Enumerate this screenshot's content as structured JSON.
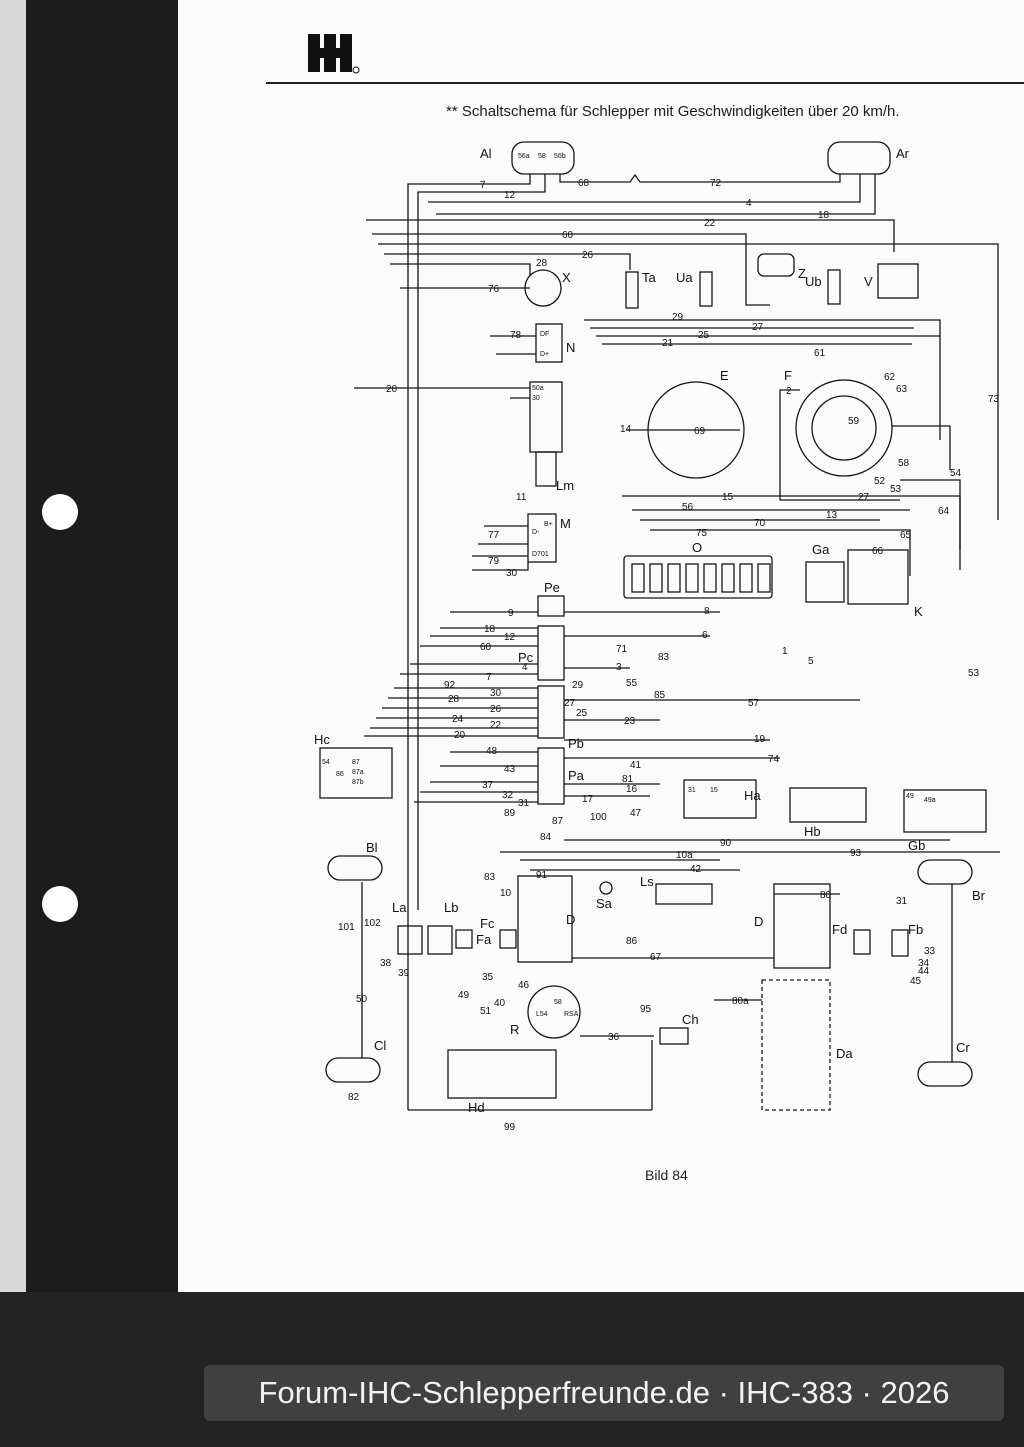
{
  "caption": "** Schaltschema für Schlepper mit Geschwindigkeiten über 20 km/h.",
  "figure_label": "Bild 84",
  "watermark": "Forum-IHC-Schlepperfreunde.de · IHC-383 · 2026",
  "logo": "ih-logo",
  "components": {
    "Al": "Al",
    "Ar": "Ar",
    "X": "X",
    "Ta": "Ta",
    "Ua": "Ua",
    "Z": "Z",
    "Ub": "Ub",
    "V": "V",
    "N": "N",
    "E": "E",
    "F": "F",
    "Lm": "Lm",
    "M": "M",
    "O": "O",
    "Ga": "Ga",
    "K": "K",
    "Pe": "Pe",
    "Pc": "Pc",
    "Pb": "Pb",
    "Pa": "Pa",
    "Hc": "Hc",
    "Ha": "Ha",
    "Hb": "Hb",
    "Gb": "Gb",
    "Bl": "Bl",
    "Br": "Br",
    "Ls": "Ls",
    "Sa": "Sa",
    "La": "La",
    "Lb": "Lb",
    "Fc": "Fc",
    "Fa": "Fa",
    "D": "D",
    "Fd": "Fd",
    "Fb": "Fb",
    "R": "R",
    "Ch": "Ch",
    "Da": "Da",
    "Cl": "Cl",
    "Cr": "Cr",
    "Hd": "Hd"
  },
  "wire_numbers": [
    "7",
    "12",
    "68",
    "72",
    "4",
    "18",
    "22",
    "60",
    "26",
    "28",
    "76",
    "29",
    "27",
    "25",
    "21",
    "78",
    "20",
    "2",
    "61",
    "62",
    "63",
    "73",
    "14",
    "69",
    "59",
    "58",
    "54",
    "52",
    "53",
    "27",
    "15",
    "13",
    "56",
    "11",
    "77",
    "79",
    "30",
    "75",
    "70",
    "65",
    "66",
    "64",
    "9",
    "8",
    "6",
    "18",
    "12",
    "60",
    "4",
    "71",
    "83",
    "3",
    "7",
    "92",
    "28",
    "24",
    "20",
    "30",
    "26",
    "22",
    "29",
    "27",
    "25",
    "55",
    "85",
    "57",
    "23",
    "1",
    "5",
    "53",
    "48",
    "43",
    "37",
    "32",
    "31",
    "89",
    "41",
    "81",
    "16",
    "17",
    "47",
    "100",
    "19",
    "74",
    "84",
    "87",
    "90",
    "93",
    "10a",
    "42",
    "83",
    "91",
    "10",
    "101",
    "102",
    "38",
    "39",
    "35",
    "46",
    "49",
    "40",
    "51",
    "36",
    "86",
    "67",
    "95",
    "80",
    "80a",
    "31",
    "33",
    "34",
    "44",
    "45",
    "50",
    "82",
    "99"
  ],
  "connector_labels": [
    "56a",
    "58",
    "56b",
    "50a",
    "30",
    "DF",
    "D+",
    "D-",
    "B+",
    "D701",
    "54",
    "86",
    "87",
    "87a",
    "87b",
    "49",
    "49a",
    "31",
    "15",
    "RSA",
    "58",
    "L54"
  ]
}
